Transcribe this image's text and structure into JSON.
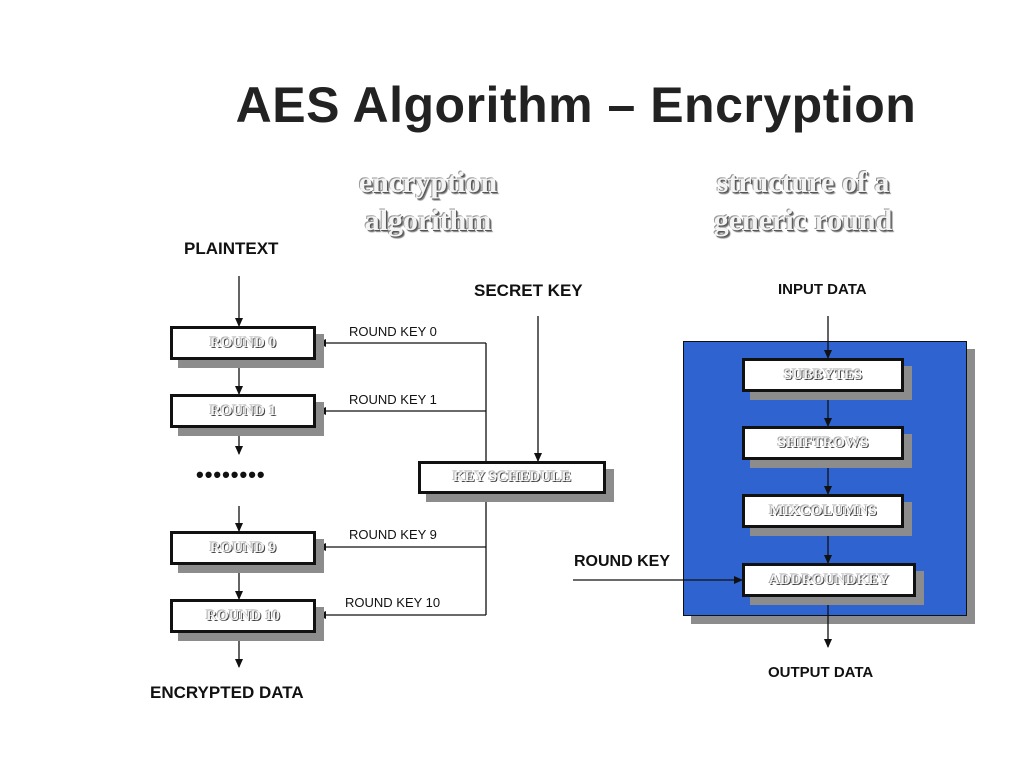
{
  "title": "AES Algorithm – Encryption",
  "subheadings": {
    "left": [
      "encryption",
      "algorithm"
    ],
    "right": [
      "structure of a",
      "generic round"
    ]
  },
  "encryption": {
    "plaintext": "PLAINTEXT",
    "encrypted": "ENCRYPTED DATA",
    "secret_key": "SECRET KEY",
    "key_schedule": "KEY SCHEDULE",
    "ellipsis": "••••••••",
    "rounds": [
      "ROUND 0",
      "ROUND 1",
      "ROUND 9",
      "ROUND 10"
    ],
    "round_keys": [
      "ROUND KEY 0",
      "ROUND KEY 1",
      "ROUND KEY 9",
      "ROUND KEY 10"
    ]
  },
  "generic_round": {
    "input": "INPUT DATA",
    "output": "OUTPUT DATA",
    "round_key": "ROUND KEY",
    "steps": [
      "SUBBYTES",
      "SHIFTROWS",
      "MIXCOLUMNS",
      "ADDROUNDKEY"
    ]
  },
  "colors": {
    "panel": "#2f63cf",
    "shadow": "#8c8c8c",
    "line": "#111111"
  }
}
